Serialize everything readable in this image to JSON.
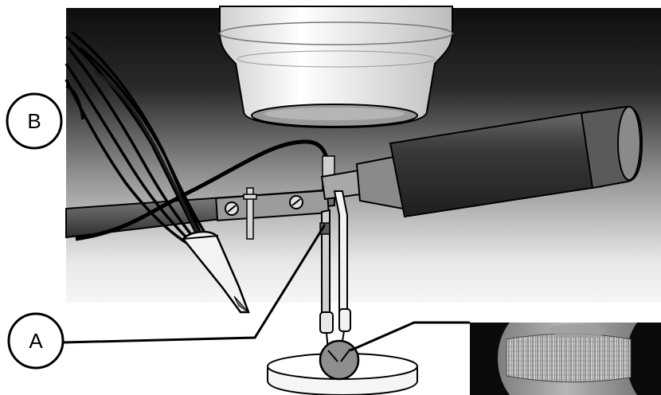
{
  "labels": {
    "a": "A",
    "b": "B"
  },
  "icons": {
    "objective": "microscope-objective",
    "micromanipulator": "micromanipulator-arm",
    "electrodes": "electrode-bundle",
    "pipette": "suction-pipette",
    "dish": "culture-dish",
    "inset": "cell-micrograph"
  },
  "colors": {
    "background_dark": "#1a1a1a",
    "background_light": "#f5f5f5",
    "ink": "#000000",
    "paper": "#ffffff"
  }
}
